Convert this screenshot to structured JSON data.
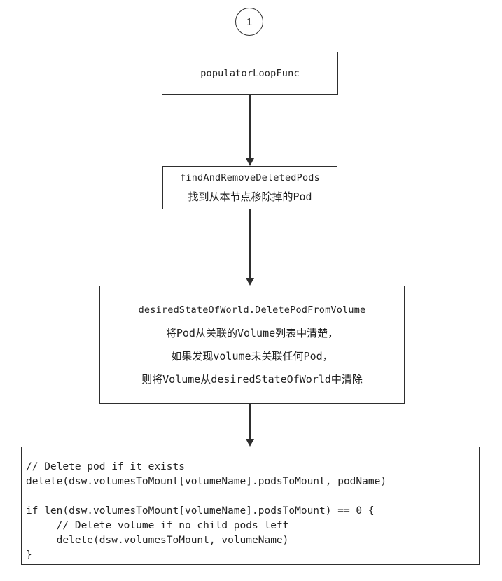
{
  "diagram": {
    "start_node": {
      "label": "1"
    },
    "nodes": [
      {
        "title": "populatorLoopFunc"
      },
      {
        "title": "findAndRemoveDeletedPods",
        "subtitle": "找到从本节点移除掉的Pod"
      },
      {
        "title": "desiredStateOfWorld.DeletePodFromVolume",
        "lines": [
          "将Pod从关联的Volume列表中清楚，",
          "如果发现volume未关联任何Pod，",
          "则将Volume从desiredStateOfWorld中清除"
        ]
      }
    ],
    "code_block": {
      "text": "// Delete pod if it exists\ndelete(dsw.volumesToMount[volumeName].podsToMount, podName)\n\nif len(dsw.volumesToMount[volumeName].podsToMount) == 0 {\n     // Delete volume if no child pods left\n     delete(dsw.volumesToMount, volumeName)\n}"
    },
    "colors": {
      "border": "#2e2e2e",
      "text": "#1f1f1f",
      "background": "#ffffff"
    }
  }
}
